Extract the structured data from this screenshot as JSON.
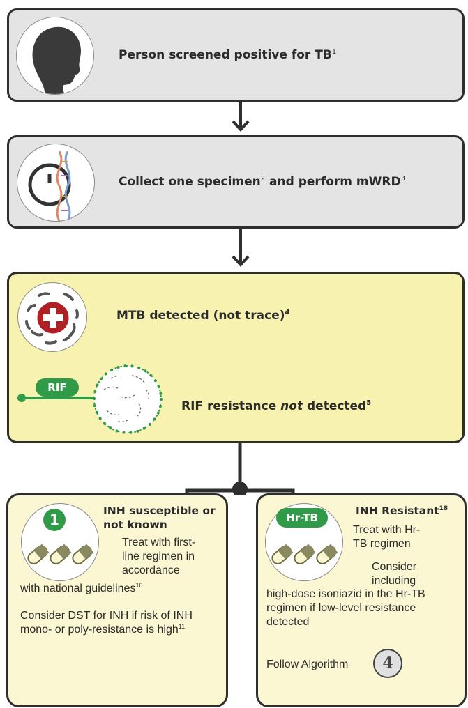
{
  "steps": {
    "screen": {
      "text": "Person screened positive for TB",
      "ref": "1",
      "icon": "person-silhouette-icon"
    },
    "collect": {
      "text_a": "Collect one specimen",
      "ref_a": "2",
      "text_b": " and perform mWRD",
      "ref_b": "3",
      "icon": "dna-swab-icon"
    },
    "result": {
      "mtb_text": "MTB detected (not trace)",
      "mtb_ref": "4",
      "rif_pill": "RIF",
      "rif_text_a": "RIF resistance ",
      "rif_text_em": "not",
      "rif_text_b": " detected",
      "rif_ref": "5"
    }
  },
  "cards": {
    "left": {
      "badge": "1",
      "heading": "INH susceptible or not known",
      "text1": "Treat with first-line regimen in accordance",
      "text2_a": "with national guidelines",
      "text2_ref": "10",
      "text3_a": "Consider DST for INH if risk of INH mono- or poly-resistance is high",
      "text3_ref": "11"
    },
    "right": {
      "badge": "Hr-TB",
      "heading_a": "INH Resistant",
      "heading_ref": "18",
      "text1": "Treat with Hr-TB regimen",
      "text2": "Consider including",
      "text3": "high-dose isoniazid in the Hr-TB regimen if low-level resistance detected",
      "follow": "Follow Algorithm",
      "algo_num": "4"
    }
  },
  "colors": {
    "gray_box": "#e4e4e4",
    "yellow_box": "#f8f2b0",
    "card_bg": "#fbf7d2",
    "accent_green": "#2f9a48",
    "accent_red": "#b01f24",
    "border": "#2e2e2e"
  }
}
